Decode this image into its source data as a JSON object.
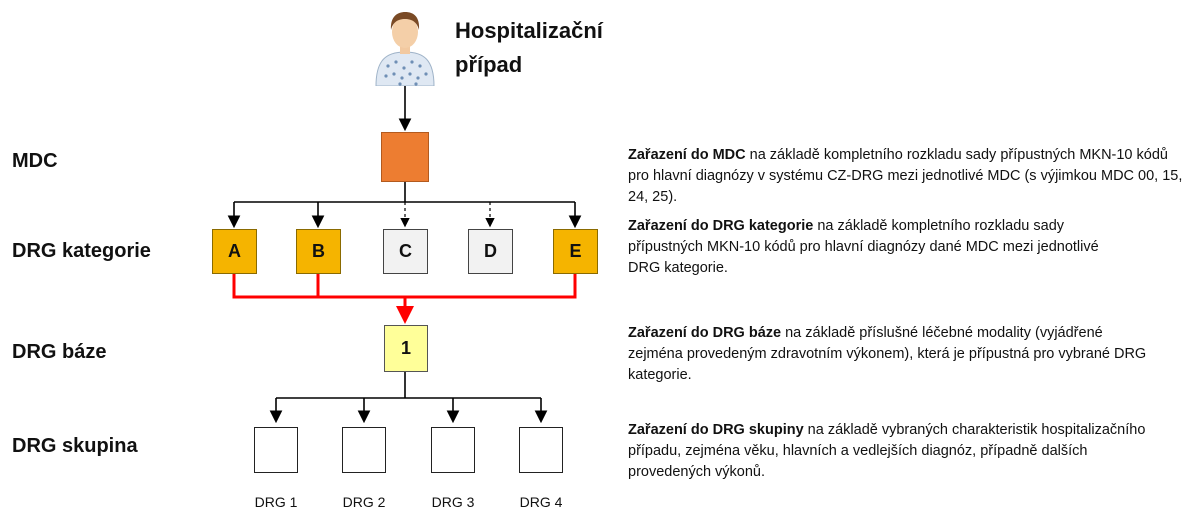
{
  "title": "Hospitalizační\npřípad",
  "patient": {
    "icon": "patient-icon"
  },
  "levels": {
    "mdc": "MDC",
    "category": "DRG kategorie",
    "base": "DRG báze",
    "group": "DRG skupina"
  },
  "categories": [
    {
      "label": "A",
      "active": true
    },
    {
      "label": "B",
      "active": true
    },
    {
      "label": "C",
      "active": false
    },
    {
      "label": "D",
      "active": false
    },
    {
      "label": "E",
      "active": true
    }
  ],
  "base_label": "1",
  "groups": [
    "DRG 1",
    "DRG 2",
    "DRG 3",
    "DRG 4"
  ],
  "descriptions": {
    "mdc": {
      "bold": "Zařazení do MDC",
      "text": " na základě kompletního rozkladu sady přípustných MKN-10 kódů pro hlavní diagnózy v systému CZ-DRG mezi jednotlivé MDC (s výjimkou MDC 00, 15, 24, 25)."
    },
    "category": {
      "bold": "Zařazení do DRG kategorie",
      "text": " na základě kompletního rozkladu sady přípustných MKN-10 kódů pro hlavní diagnózy dané MDC mezi jednotlivé DRG kategorie."
    },
    "base": {
      "bold": "Zařazení do DRG báze",
      "text": " na základě příslušné léčebné modality (vyjádřené zejména provedeným zdravotním výkonem), která je přípustná pro vybrané DRG kategorie."
    },
    "group": {
      "bold": "Zařazení do DRG skupiny",
      "text": " na základě vybraných charakteristik hospitalizačního případu, zejména věku, hlavních a vedlejších diagnóz, případně dalších provedených výkonů."
    }
  },
  "colors": {
    "mdc": "#ed7d31",
    "category_active": "#f5b400",
    "category_inactive": "#f2f2f2",
    "base": "#ffff99",
    "path": "#ff0000"
  }
}
